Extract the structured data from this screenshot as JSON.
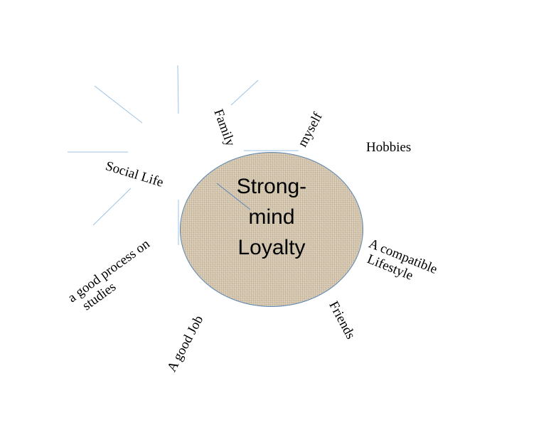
{
  "center": {
    "lines": [
      "Strong-",
      "mind",
      "Loyalty"
    ]
  },
  "branches": {
    "family": "Family",
    "myself": "myself",
    "hobbies": "Hobbies",
    "social_life": "Social Life",
    "compatible_lifestyle": [
      "A compatible",
      "Lifestyle"
    ],
    "good_process": [
      "a good process on",
      "studies"
    ],
    "good_job": "A good Job",
    "friends": "Friends"
  },
  "colors": {
    "connector_lines": "#9dc3e6",
    "ellipse_fill": "#d3c4ac",
    "ellipse_border": "#5b86b5"
  }
}
